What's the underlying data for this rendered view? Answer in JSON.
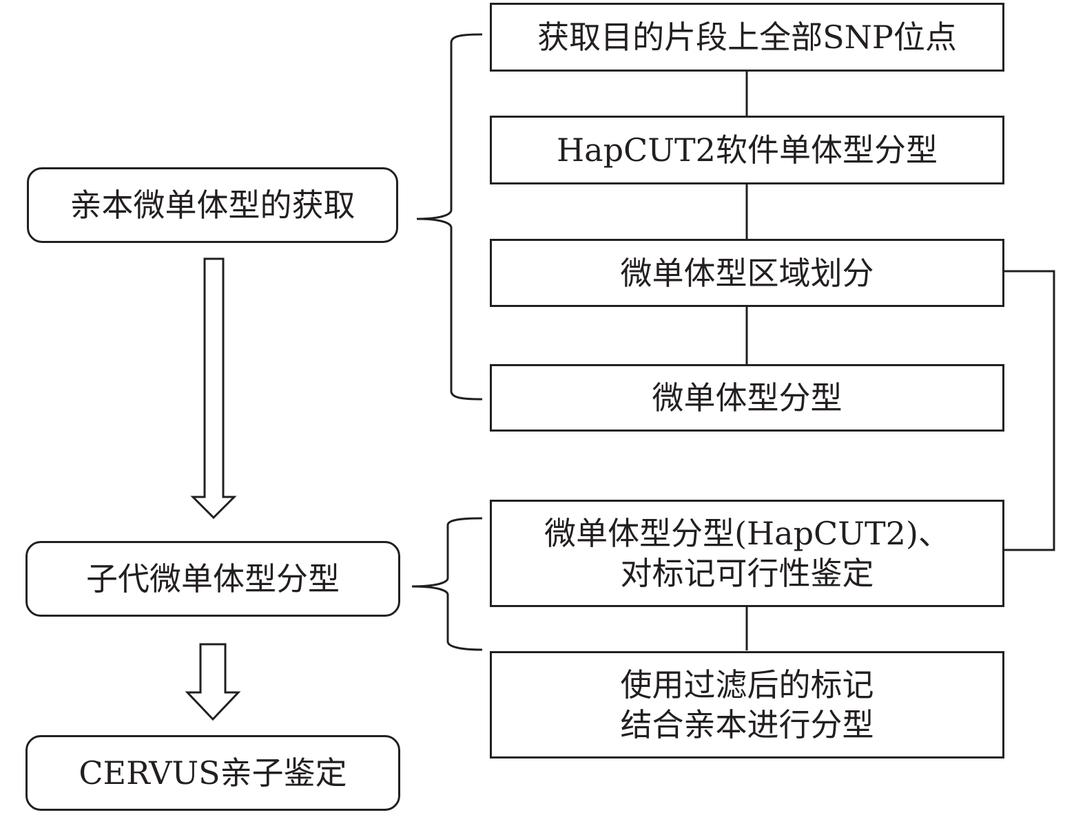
{
  "left_nodes": [
    {
      "id": "parent",
      "text": "亲本微单体型的获取"
    },
    {
      "id": "offspring",
      "text": "子代微单体型分型"
    },
    {
      "id": "cervus",
      "text": "CERVUS亲子鉴定"
    }
  ],
  "right_nodes": [
    {
      "id": "snp",
      "text": "获取目的片段上全部SNP位点"
    },
    {
      "id": "hapcut",
      "text": "HapCUT2软件单体型分型"
    },
    {
      "id": "region",
      "text": "微单体型区域划分"
    },
    {
      "id": "typing",
      "text": "微单体型分型"
    },
    {
      "id": "offspring-typing",
      "text": "微单体型分型(HapCUT2)、\n对标记可行性鉴定"
    },
    {
      "id": "filtered",
      "text": "使用过滤后的标记\n结合亲本进行分型"
    }
  ],
  "colors": {
    "stroke": "#231f20",
    "background": "#ffffff"
  }
}
